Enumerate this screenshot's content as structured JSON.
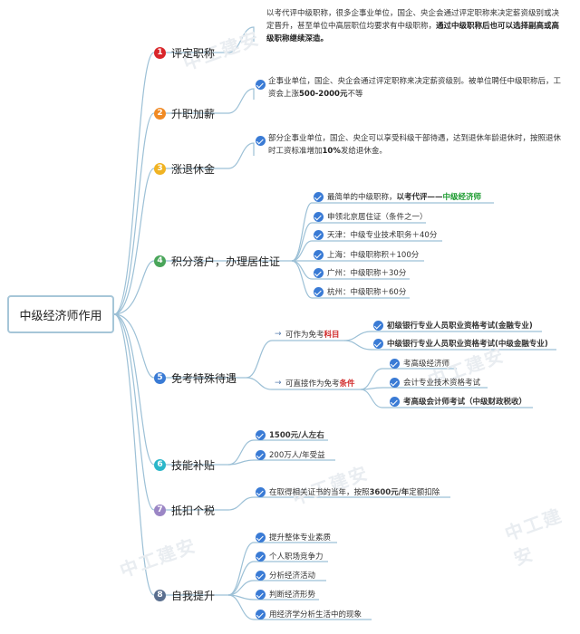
{
  "root": {
    "label": "中级经济师作用"
  },
  "branches": [
    {
      "num": "1",
      "label": "评定职称",
      "color": "#d9262b"
    },
    {
      "num": "2",
      "label": "升职加薪",
      "color": "#f08a24"
    },
    {
      "num": "3",
      "label": "涨退休金",
      "color": "#f0b323"
    },
    {
      "num": "4",
      "label": "积分落户，办理居住证",
      "color": "#49a55a"
    },
    {
      "num": "5",
      "label": "免考特殊待遇",
      "color": "#3a7bd5"
    },
    {
      "num": "6",
      "label": "技能补贴",
      "color": "#2ab6c9"
    },
    {
      "num": "7",
      "label": "抵扣个税",
      "color": "#9b86c5"
    },
    {
      "num": "8",
      "label": "自我提升",
      "color": "#5a6f8f"
    }
  ],
  "b1": {
    "line1": "以考代评中级职称，很多企事业单位，国企、央企会通过评定职称来决定薪资级别或决",
    "line2": "定晋升，甚至单位中高层职位均要求有中级职称，",
    "line2b": "通过中级职称后也可以选择副高或高",
    "line3": "级职称继续深造。"
  },
  "b2": {
    "line1": "企事业单位，国企、央企会通过评定职称来决定薪资级别。被单位聘任中级职称后，工",
    "line2a": "资会上涨",
    "line2b": "500-2000元",
    "line2c": "不等"
  },
  "b3": {
    "line1": "部分企事业单位，国企、央企可以享受科级干部待遇，达到退休年龄退休时，按照退休",
    "line2a": "时工资标准增加",
    "line2b": "10%",
    "line2c": "发给退休金。"
  },
  "b4": {
    "l1a": "最简单的中级职称，",
    "l1b": "以考代评——",
    "l1c": "中级经济师",
    "l2": "申领北京居住证（条件之一）",
    "l3": "天津：中级专业技术职务＋40分",
    "l4": "上海：中级职称积＋100分",
    "l5": "广州：中级职称＋30分",
    "l6": "杭州：中级职称＋60分"
  },
  "b5": {
    "a_pre": "可作为免考",
    "a_red": "科目",
    "a1": "初级银行专业人员职业资格考试(金融专业)",
    "a2": "中级银行专业人员职业资格考试(中级金融专业)",
    "b_pre": "可直接作为免考",
    "b_red": "条件",
    "b1": "考高级经济师",
    "b2": "会计专业技术资格考试",
    "b3": "考高级会计师考试（中级财政税收）"
  },
  "b6": {
    "l1": "1500元/人左右",
    "l2": "200万人/年受益"
  },
  "b7": {
    "l1a": "在取得相关证书的当年，按照",
    "l1b": "3600元/年",
    "l1c": "定额扣除"
  },
  "b8": {
    "l1": "提升整体专业素质",
    "l2": "个人职场竞争力",
    "l3": "分析经济活动",
    "l4": "判断经济形势",
    "l5": "用经济学分析生活中的现象"
  },
  "watermark": "中工建安"
}
